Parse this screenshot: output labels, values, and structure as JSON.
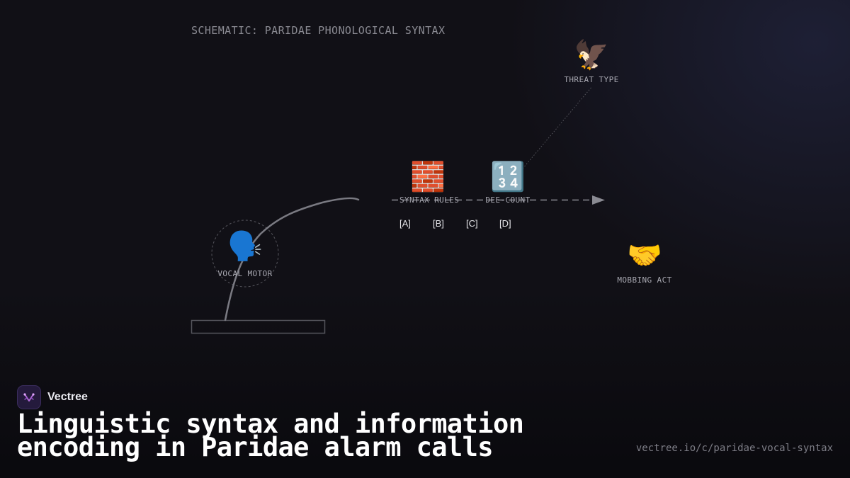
{
  "schematic_title": "SCHEMATIC: PARIDAE PHONOLOGICAL SYNTAX",
  "nodes": {
    "vocal_motor": {
      "icon": "speaking-head-icon",
      "glyph": "🗣️",
      "label": "VOCAL MOTOR"
    },
    "syntax_rules": {
      "icon": "brick-wall-icon",
      "glyph": "🧱",
      "label": "SYNTAX RULES"
    },
    "dee_count": {
      "icon": "numbers-icon",
      "glyph": "🔢",
      "label": "DEE-COUNT"
    },
    "threat_type": {
      "icon": "eagle-icon",
      "glyph": "🦅",
      "label": "THREAT TYPE"
    },
    "mobbing_act": {
      "icon": "handshake-icon",
      "glyph": "🤝",
      "label": "MOBBING ACT"
    }
  },
  "note_slots": [
    "[A]",
    "[B]",
    "[C]",
    "[D]"
  ],
  "brand": {
    "name": "Vectree",
    "logo_icon": "vectree-logo-icon",
    "accent": "#b06ad8"
  },
  "headline": "Linguistic syntax and information\nencoding in Paridae alarm calls",
  "source_url": "vectree.io/c/paridae-vocal-syntax",
  "colors": {
    "background": "#111016",
    "line": "#6a6a72",
    "arrow": "#8a8a92"
  }
}
